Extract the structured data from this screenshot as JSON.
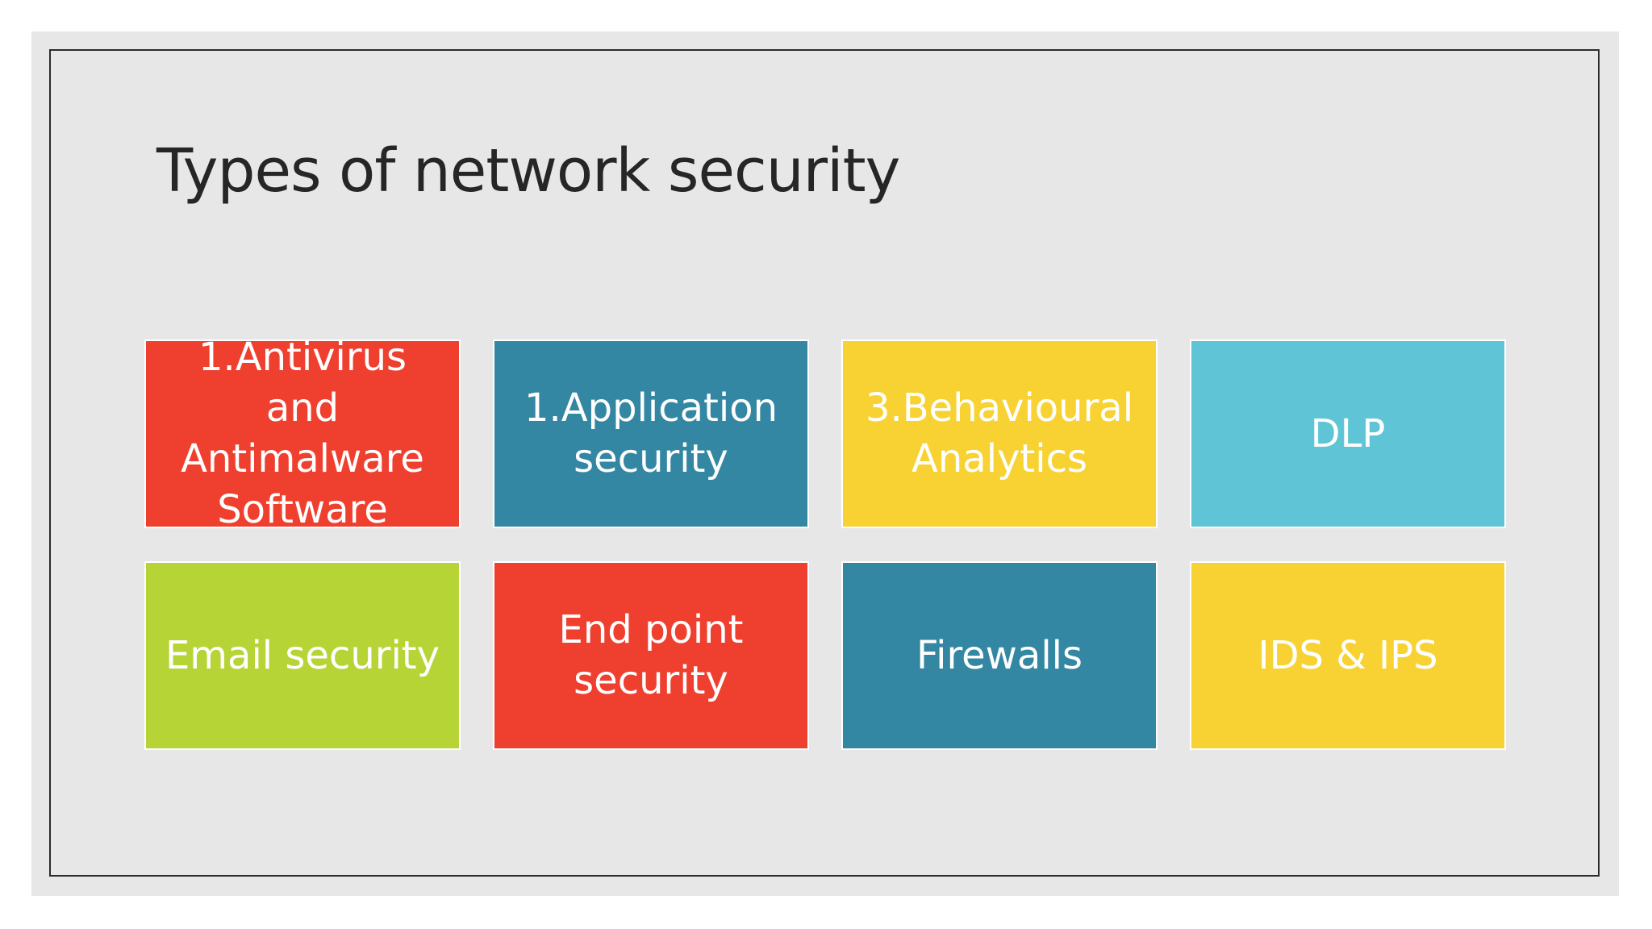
{
  "slide": {
    "title": "Types of network security",
    "tiles": [
      {
        "label": "1.Antivirus and Antimalware Software",
        "color": "#ef3f2f"
      },
      {
        "label": "1.Application security",
        "color": "#3487a3"
      },
      {
        "label": "3.Behavioural Analytics",
        "color": "#f7d232"
      },
      {
        "label": "DLP",
        "color": "#5fc4d6"
      },
      {
        "label": "Email security",
        "color": "#b7d437"
      },
      {
        "label": "End point security",
        "color": "#ef3f2f"
      },
      {
        "label": "Firewalls",
        "color": "#3487a3"
      },
      {
        "label": "IDS & IPS",
        "color": "#f7d232"
      }
    ]
  }
}
